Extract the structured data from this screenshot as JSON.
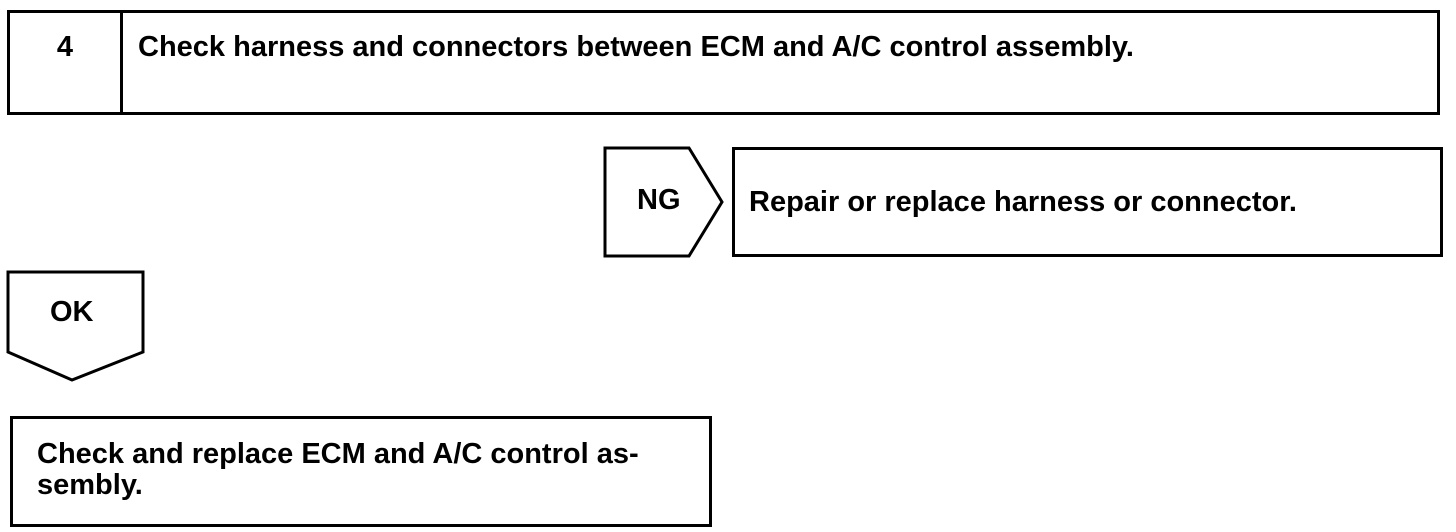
{
  "step": {
    "number": "4",
    "title": "Check harness and connectors between ECM and A/C control assembly."
  },
  "ng_branch": {
    "tag": "NG",
    "action": "Repair or replace harness or connector."
  },
  "ok_branch": {
    "tag": "OK",
    "action": "Check and replace ECM and A/C control as-\nsembly."
  }
}
